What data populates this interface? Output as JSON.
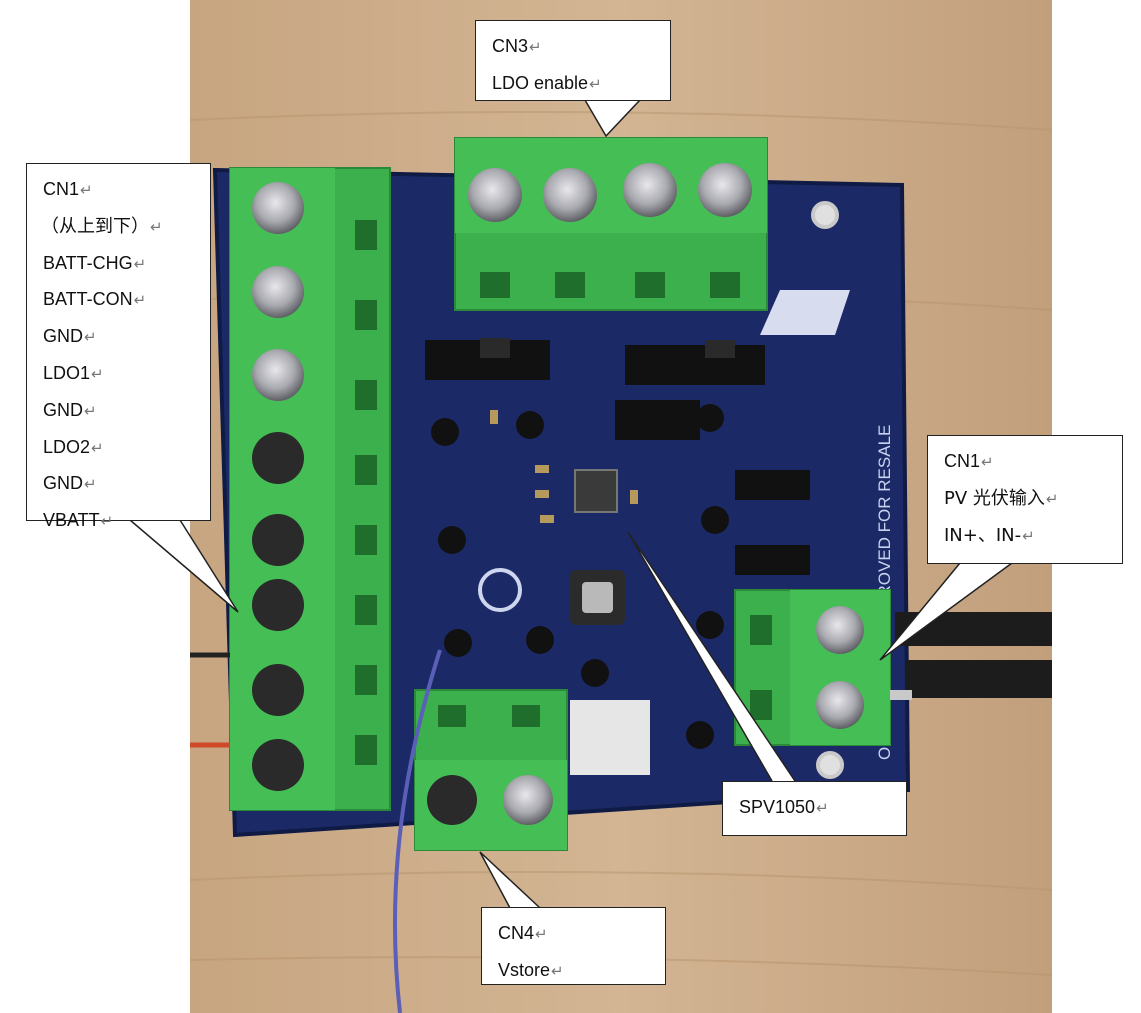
{
  "colors": {
    "wood": "#c9a987",
    "pcb": "#1b2a66",
    "terminal_green": "#3cb04c",
    "callout_border": "#222222"
  },
  "callouts": {
    "cn3": {
      "lines": [
        "CN3",
        "LDO enable"
      ]
    },
    "cn1_left": {
      "lines": [
        "CN1",
        "（从上到下）",
        "BATT-CHG",
        "BATT-CON",
        "GND",
        "LDO1",
        "GND",
        "LDO2",
        "GND",
        "VBATT"
      ]
    },
    "cn1_right": {
      "lines": [
        "CN1",
        "PV 光伏输入",
        "IN+、IN-"
      ]
    },
    "spv1050": {
      "lines": [
        "SPV1050"
      ]
    },
    "cn4": {
      "lines": [
        "CN4",
        "Vstore"
      ]
    }
  },
  "return_symbol": "↵"
}
